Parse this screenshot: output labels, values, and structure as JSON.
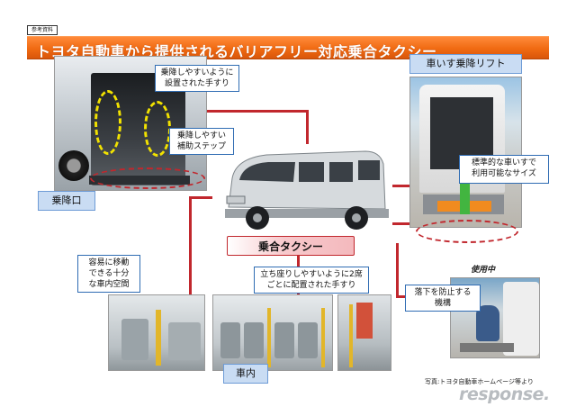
{
  "header": {
    "ref_tag": "参考資料",
    "title": "トヨタ自動車から提供されるバリアフリー対応乗合タクシー"
  },
  "labels": {
    "entrance": "乗降口",
    "wheelchair_lift": "車いす乗降リフト",
    "interior": "車内",
    "taxi": "乗合タクシー",
    "in_use": "使用中"
  },
  "callouts": {
    "handrail": "乗降しやすいように\n設置された手すり",
    "step": "乗降しやすい\n補助ステップ",
    "standard_wheelchair": "標準的な車いすで\n利用可能なサイズ",
    "space": "容易に移動\nできる十分\nな車内空間",
    "rails_seats": "立ち座りしやすいように2席\nごとに配置された手すり",
    "fall_prevention": "落下を防止する\n機構"
  },
  "caption": "写真:トヨタ自動車ホームページ等より",
  "logo": "response.",
  "colors": {
    "title_bar": "#f06a12",
    "connector": "#c1272d",
    "callout_border": "#2f6cb3",
    "label_fill": "#c9dcf3",
    "highlight": "#f2e200"
  }
}
